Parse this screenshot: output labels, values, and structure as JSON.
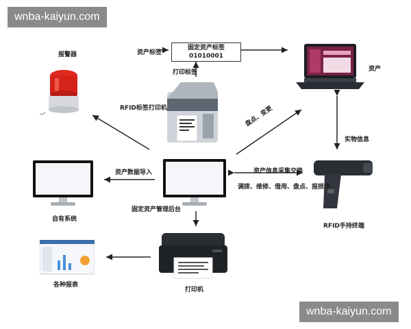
{
  "watermark_top": "wnba-kaiyun.com",
  "watermark_bottom": "wnba-kaiyun.com",
  "nodes": {
    "alarm": "报警器",
    "tag_box_line1": "固定资产标签",
    "tag_box_line2": "01010001",
    "asset_tag_label": "资产标签",
    "print_tag_label": "打印标签",
    "rfid_printer": "RFID标签打印机",
    "asset": "资产",
    "physical_info": "实物信息",
    "stocktake": "盘点、变更",
    "data_import": "资产数据导入",
    "own_system": "自有系统",
    "backend": "固定资产管理后台",
    "info_exchange": "资产信息采集交换",
    "operations": "调拨、维修、借用、盘点、报损等",
    "rfid_handheld": "RFID手持终端",
    "reports": "各种报表",
    "printer": "打印机"
  }
}
